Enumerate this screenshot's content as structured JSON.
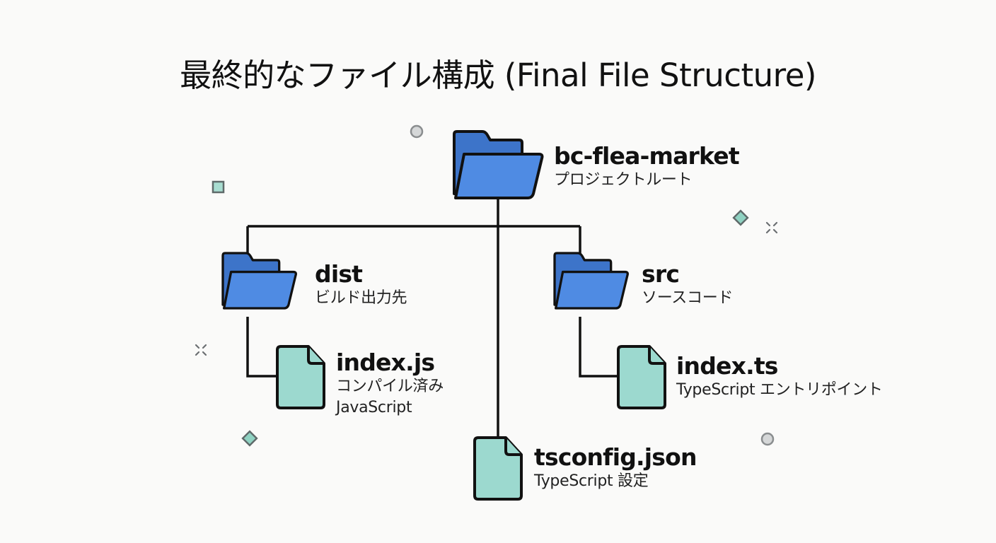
{
  "title": "最終的なファイル構成 (Final File Structure)",
  "colors": {
    "folder_fill": "#4f8be3",
    "folder_back": "#3d74c9",
    "file_fill": "#9cd9cf",
    "outline": "#111111",
    "deco_circle": "#c9cbcc",
    "deco_square": "#8fd2c2",
    "background": "#fafaf9"
  },
  "tree": {
    "root": {
      "icon": "folder-icon",
      "name": "bc-flea-market",
      "description": "プロジェクトルート"
    },
    "dist": {
      "icon": "folder-icon",
      "name": "dist",
      "description": "ビルド出力先"
    },
    "src": {
      "icon": "folder-icon",
      "name": "src",
      "description": "ソースコード"
    },
    "index_js": {
      "icon": "file-icon",
      "name": "index.js",
      "description": "コンパイル済み",
      "description2": "JavaScript"
    },
    "index_ts": {
      "icon": "file-icon",
      "name": "index.ts",
      "description": "TypeScript エントリポイント"
    },
    "tsconfig": {
      "icon": "file-icon",
      "name": "tsconfig.json",
      "description": "TypeScript 設定"
    }
  }
}
